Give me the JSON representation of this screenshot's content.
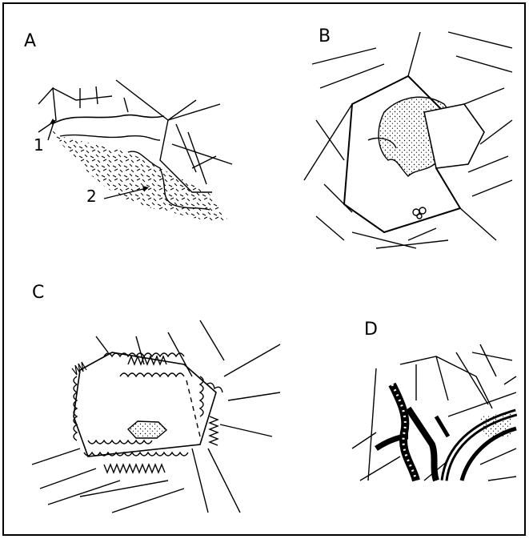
{
  "figure": {
    "panels": [
      {
        "letter": "A",
        "callouts": [
          "1",
          "2"
        ]
      },
      {
        "letter": "B"
      },
      {
        "letter": "C"
      },
      {
        "letter": "D"
      }
    ]
  },
  "colors": {
    "ink": "#000000",
    "paper": "#ffffff"
  }
}
